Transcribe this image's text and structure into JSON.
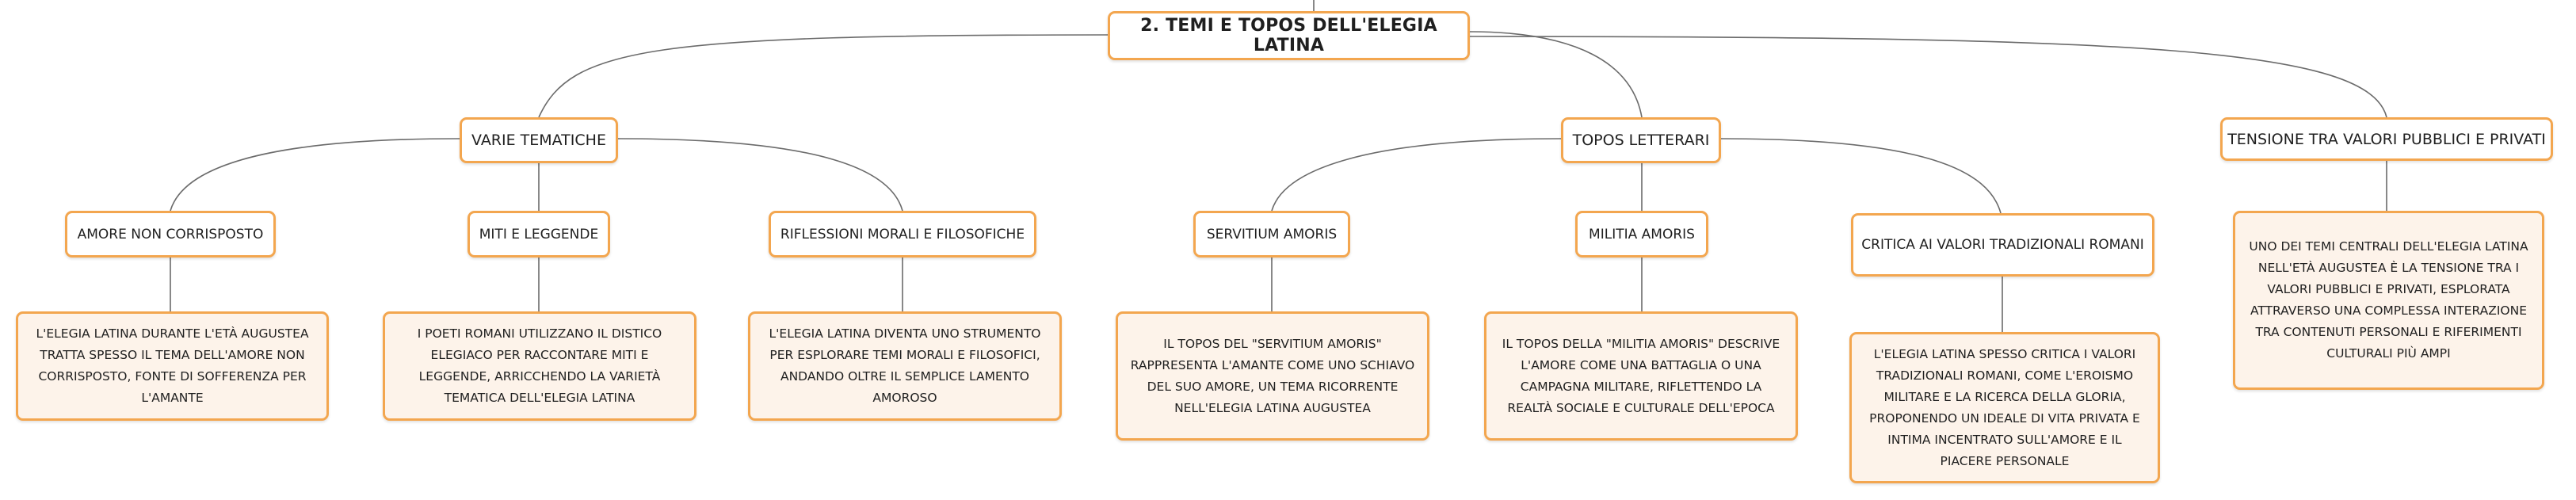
{
  "root": {
    "label": "2. TEMI E TOPOS DELL'ELEGIA LATINA"
  },
  "branches": [
    {
      "label": "VARIE TEMATICHE",
      "children": [
        {
          "label": "AMORE NON CORRISPOSTO",
          "detail": "L'ELEGIA LATINA DURANTE L'ETÀ AUGUSTEA TRATTA SPESSO IL TEMA DELL'AMORE NON CORRISPOSTO, FONTE DI SOFFERENZA PER L'AMANTE"
        },
        {
          "label": "MITI E LEGGENDE",
          "detail": "I POETI ROMANI UTILIZZANO IL DISTICO ELEGIACO PER RACCONTARE MITI E LEGGENDE, ARRICCHENDO LA VARIETÀ TEMATICA DELL'ELEGIA LATINA"
        },
        {
          "label": "RIFLESSIONI MORALI E FILOSOFICHE",
          "detail": "L'ELEGIA LATINA DIVENTA UNO STRUMENTO PER ESPLORARE TEMI MORALI E FILOSOFICI, ANDANDO OLTRE IL SEMPLICE LAMENTO AMOROSO"
        }
      ]
    },
    {
      "label": "TOPOS LETTERARI",
      "children": [
        {
          "label": "SERVITIUM AMORIS",
          "detail": "IL TOPOS DEL \"SERVITIUM AMORIS\" RAPPRESENTA L'AMANTE COME UNO SCHIAVO DEL SUO AMORE, UN TEMA RICORRENTE NELL'ELEGIA LATINA AUGUSTEA"
        },
        {
          "label": "MILITIA AMORIS",
          "detail": "IL TOPOS DELLA \"MILITIA AMORIS\" DESCRIVE L'AMORE COME UNA BATTAGLIA O UNA CAMPAGNA MILITARE, RIFLETTENDO LA REALTÀ SOCIALE E CULTURALE DELL'EPOCA"
        },
        {
          "label": "CRITICA AI VALORI TRADIZIONALI ROMANI",
          "detail": "L'ELEGIA LATINA SPESSO CRITICA I VALORI TRADIZIONALI ROMANI, COME L'EROISMO MILITARE E LA RICERCA DELLA GLORIA, PROPONENDO UN IDEALE DI VITA PRIVATA E INTIMA INCENTRATO SULL'AMORE E IL PIACERE PERSONALE"
        }
      ]
    },
    {
      "label": "TENSIONE TRA VALORI PUBBLICI E PRIVATI",
      "children": [],
      "detail": "UNO DEI TEMI CENTRALI DELL'ELEGIA LATINA NELL'ETÀ AUGUSTEA È LA TENSIONE TRA I VALORI PUBBLICI E PRIVATI, ESPLORATA ATTRAVERSO UNA COMPLESSA INTERAZIONE TRA CONTENUTI PERSONALI E RIFERIMENTI CULTURALI PIÙ AMPI"
    }
  ]
}
